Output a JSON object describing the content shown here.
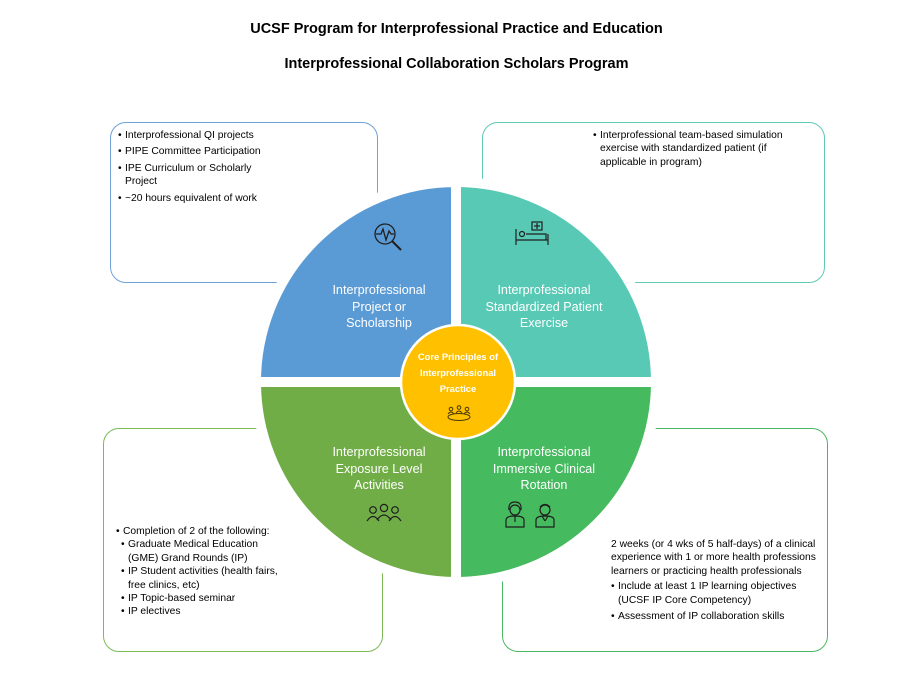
{
  "header": {
    "title": "UCSF Program for Interprofessional Practice and Education",
    "subtitle": "Interprofessional Collaboration Scholars Program"
  },
  "colors": {
    "project_blue": "#5b9bd5",
    "simulation_teal": "#57c9b4",
    "exposure_green": "#70ad47",
    "clinical_green": "#45ba5e",
    "center_gold": "#ffc000"
  },
  "center": {
    "label_line1": "Core Principles of",
    "label_line2": "Interprofessional",
    "label_line3": "Practice",
    "icon": "team-meeting-icon"
  },
  "quadrants": {
    "project": {
      "label_line1": "Interprofessional",
      "label_line2": "Project or",
      "label_line3": "Scholarship",
      "icon": "magnifier-pulse-icon",
      "items": [
        "Interprofessional QI projects",
        "PIPE Committee Participation",
        "IPE Curriculum or Scholarly Project",
        "~20 hours equivalent of work"
      ]
    },
    "simulation": {
      "label_line1": "Interprofessional",
      "label_line2": "Standardized Patient",
      "label_line3": "Exercise",
      "icon": "hospital-bed-icon",
      "items": [
        "Interprofessional team-based simulation exercise with standardized patient (if applicable in program)"
      ]
    },
    "exposure": {
      "label_line1": "Interprofessional",
      "label_line2": "Exposure Level",
      "label_line3": "Activities",
      "icon": "group-people-icon",
      "lead": "Completion of 2 of the following:",
      "items": [
        "Graduate Medical Education (GME) Grand Rounds (IP)",
        "IP Student activities (health fairs, free clinics, etc)",
        "IP Topic-based seminar",
        "IP electives"
      ]
    },
    "clinical": {
      "label_line1": "Interprofessional",
      "label_line2": "Immersive Clinical",
      "label_line3": "Rotation",
      "icon": "clinicians-icon",
      "lead": "2 weeks (or 4 wks of 5 half-days) of a clinical experience with 1 or more health professions learners or practicing health professionals",
      "items": [
        "Include at least 1 IP learning objectives (UCSF IP Core Competency)",
        "Assessment of IP collaboration skills"
      ]
    }
  }
}
